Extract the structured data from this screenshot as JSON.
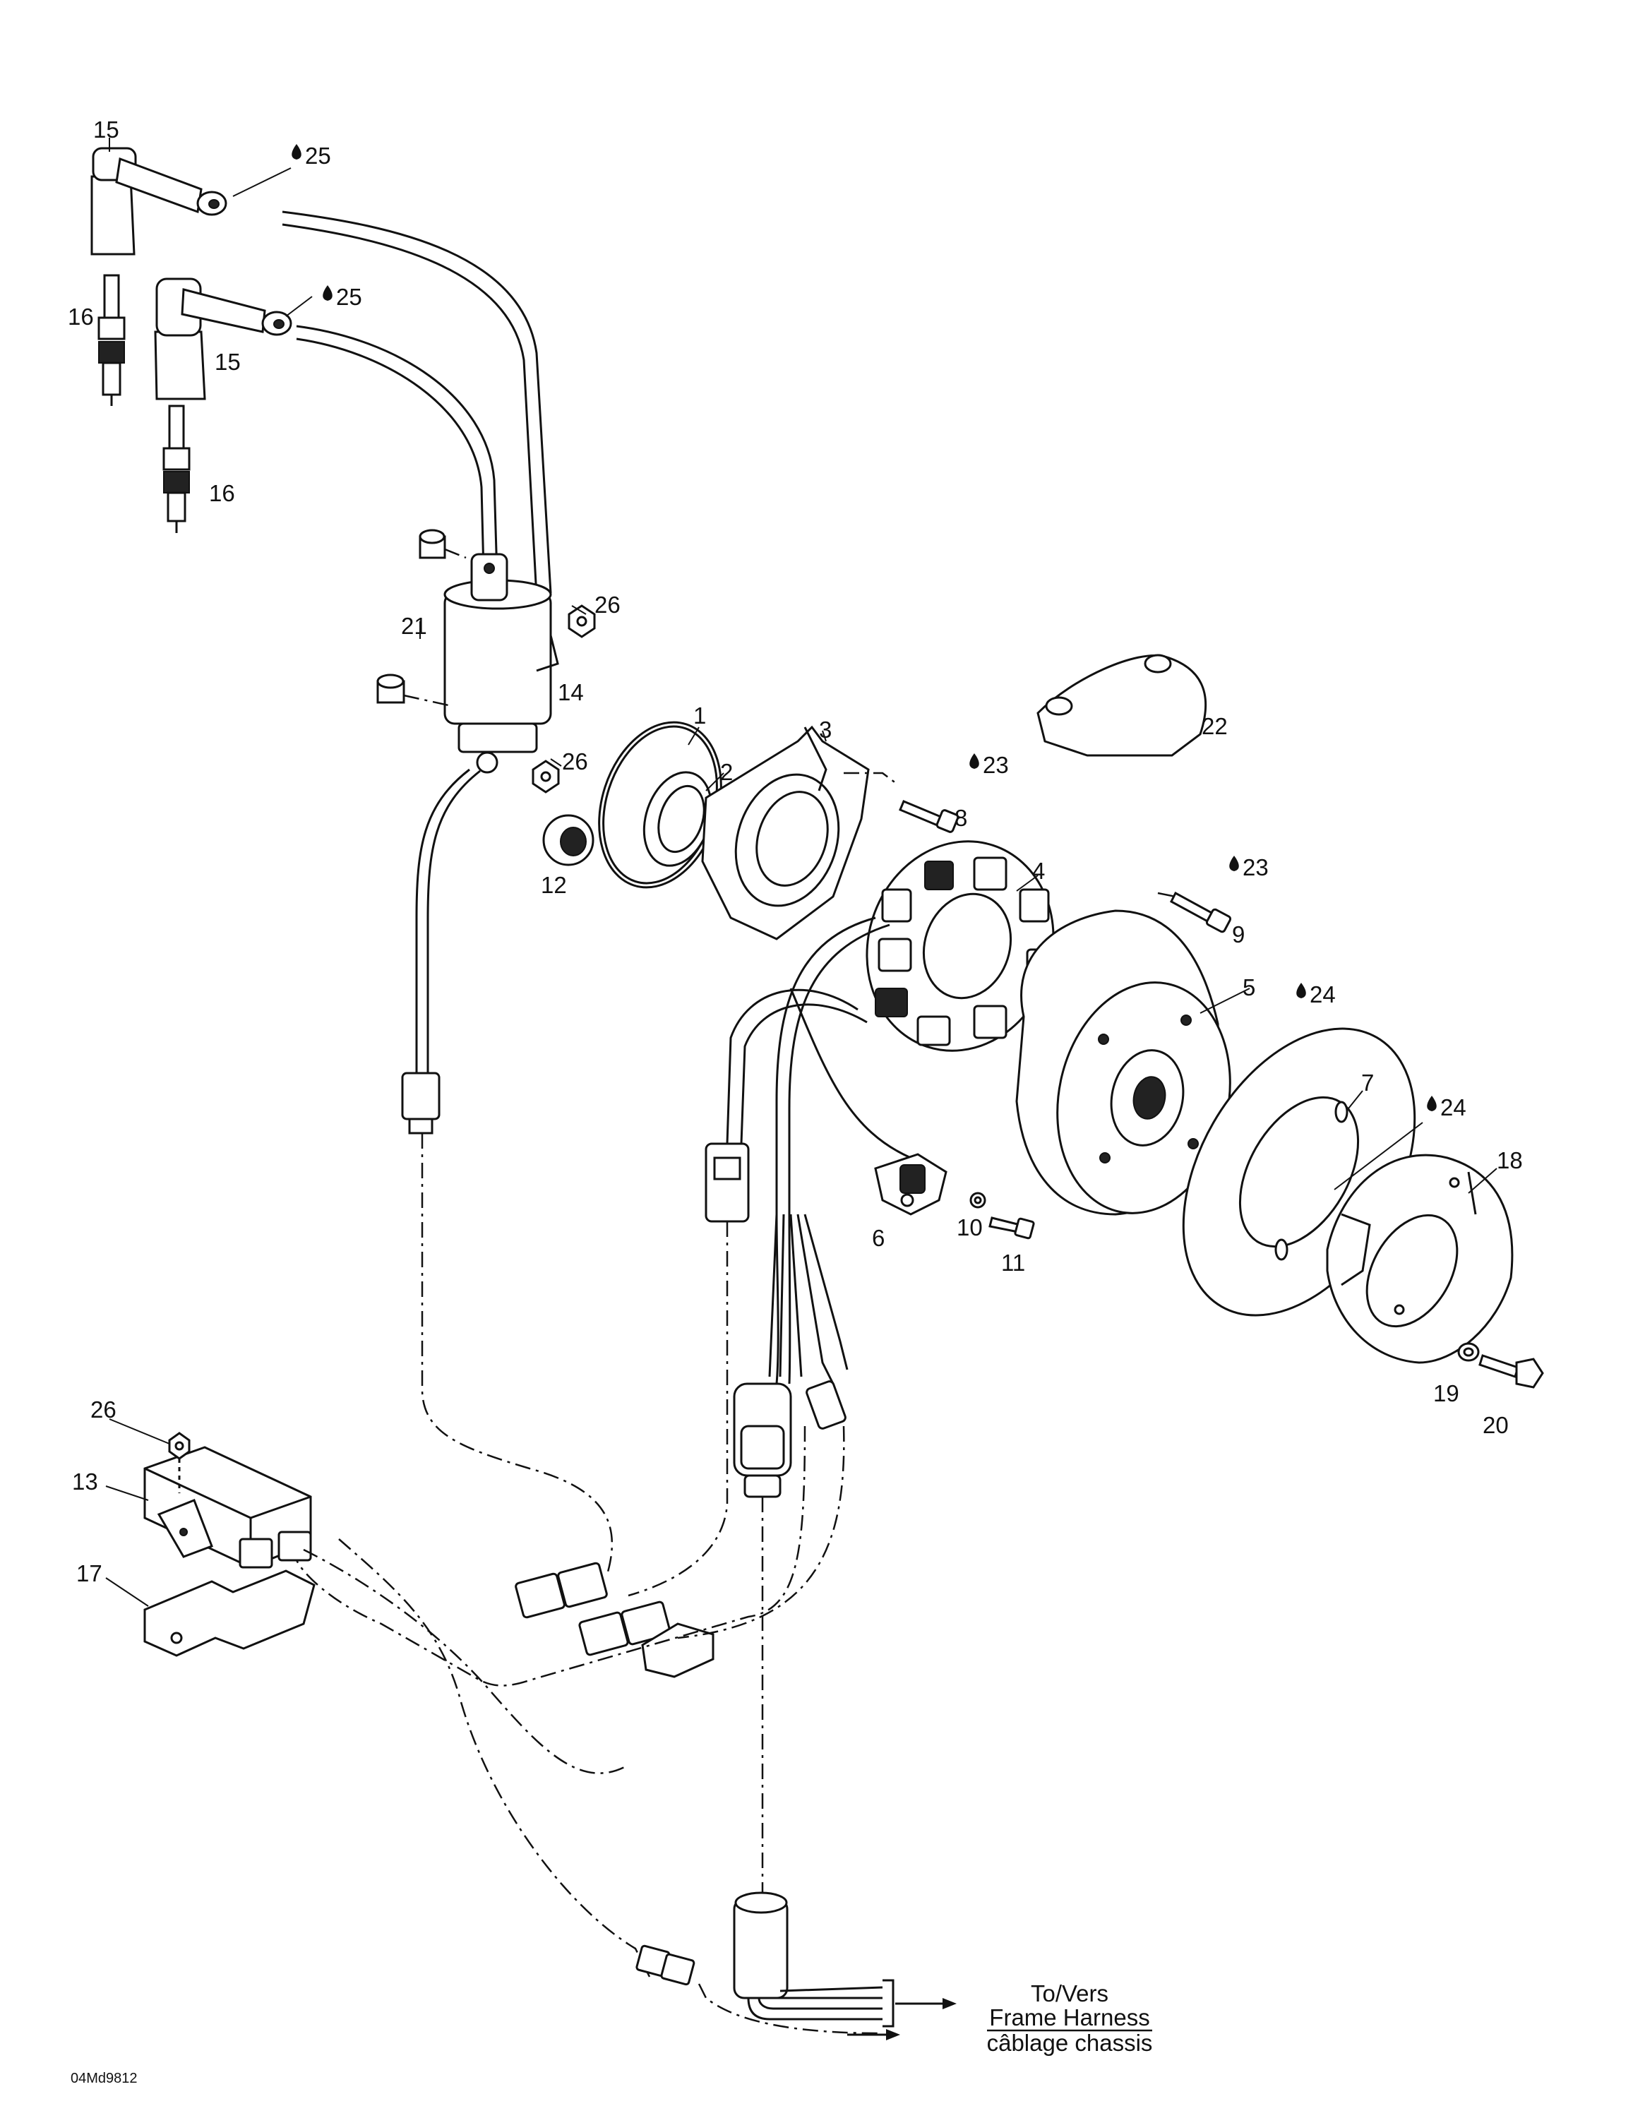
{
  "callouts": [
    {
      "id": "c1",
      "text": "1"
    },
    {
      "id": "c2",
      "text": "2"
    },
    {
      "id": "c3",
      "text": "3"
    },
    {
      "id": "c4",
      "text": "4"
    },
    {
      "id": "c5",
      "text": "5"
    },
    {
      "id": "c6",
      "text": "6"
    },
    {
      "id": "c7",
      "text": "7"
    },
    {
      "id": "c8",
      "text": "8"
    },
    {
      "id": "c9",
      "text": "9"
    },
    {
      "id": "c10",
      "text": "10"
    },
    {
      "id": "c11",
      "text": "11"
    },
    {
      "id": "c12",
      "text": "12"
    },
    {
      "id": "c13",
      "text": "13"
    },
    {
      "id": "c14",
      "text": "14"
    },
    {
      "id": "c15a",
      "text": "15"
    },
    {
      "id": "c15b",
      "text": "15"
    },
    {
      "id": "c16a",
      "text": "16"
    },
    {
      "id": "c16b",
      "text": "16"
    },
    {
      "id": "c17",
      "text": "17"
    },
    {
      "id": "c18",
      "text": "18"
    },
    {
      "id": "c19",
      "text": "19"
    },
    {
      "id": "c20",
      "text": "20"
    },
    {
      "id": "c21",
      "text": "21"
    },
    {
      "id": "c22",
      "text": "22"
    },
    {
      "id": "c23a",
      "text": "23"
    },
    {
      "id": "c23b",
      "text": "23"
    },
    {
      "id": "c24a",
      "text": "24"
    },
    {
      "id": "c24b",
      "text": "24"
    },
    {
      "id": "c25a",
      "text": "25"
    },
    {
      "id": "c25b",
      "text": "25"
    },
    {
      "id": "c26a",
      "text": "26"
    },
    {
      "id": "c26b",
      "text": "26"
    },
    {
      "id": "c26c",
      "text": "26"
    }
  ],
  "destination": {
    "line1": "To/Vers",
    "line2": "Frame Harness",
    "line3": "câblage chassis"
  },
  "reference_code": "04Md9812",
  "icons": [
    "drop-icon",
    "arrow-right-icon"
  ]
}
